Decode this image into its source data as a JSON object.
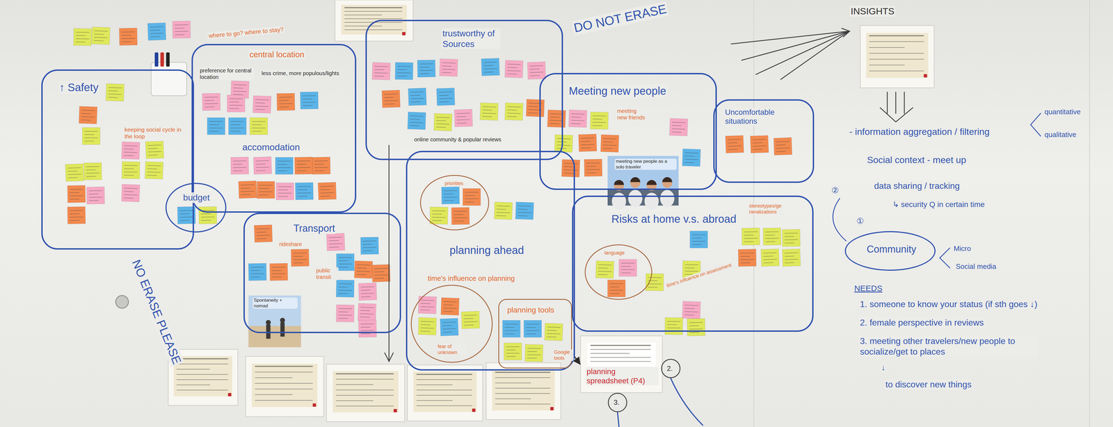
{
  "diagram": {
    "nodes": [
      {
        "text": [
          "↑ Safety",
          "keeping social cycle in the loop"
        ]
      },
      {
        "text": [
          "where to go? where to stay?",
          "central location",
          "preference for central location",
          "less crime, more populous/lights",
          "accomodation"
        ]
      },
      {
        "text": [
          "budget"
        ]
      },
      {
        "text": [
          "Transport",
          "rideshare",
          "public transit"
        ]
      },
      {
        "text": [
          "trustworthy of Sources"
        ]
      },
      {
        "text": [
          "Meeting new people",
          "meeting new friends"
        ]
      },
      {
        "text": [
          "Uncomfortable situations"
        ]
      },
      {
        "text": [
          "planning ahead"
        ]
      },
      {
        "text": [
          "priorities"
        ],
        "in": 7
      },
      {
        "text": [
          "time's influence on planning",
          "fear of unknown"
        ],
        "in": 7
      },
      {
        "text": [
          "planning tools",
          "Google tools"
        ],
        "in": 7
      },
      {
        "text": [
          "Risks at home v.s. abroad",
          "stereotypes/generalizations",
          "time's influence on assessment"
        ]
      },
      {
        "text": [
          "language"
        ],
        "in": 11
      },
      {
        "text": [
          "planning spreadsheet (P4)"
        ]
      },
      {
        "text": [
          "Community"
        ]
      }
    ],
    "edges": [
      {
        "from": 10,
        "to": 13,
        "arrow": "to"
      }
    ],
    "labels": [
      "DO NOT ERASE",
      "NO ERASE PLEASE",
      "INSIGHTS",
      "- information aggregation / filtering",
      "quantitative",
      "qualitative",
      "Social context - meet up",
      "data sharing / tracking",
      "↳ security Q in certain time",
      "②",
      "①",
      "Micro",
      "Social media",
      "NEEDS",
      "1. someone to know your status (if sth goes ↓)",
      "2. female perspective in reviews",
      "3. meeting other travelers/new people to socialize/get to places",
      "↓",
      "to discover new things",
      "2.",
      "3.",
      "online community & popular reviews",
      "meeting new people as a solo traveler",
      "Spontaneity + nomad"
    ]
  }
}
